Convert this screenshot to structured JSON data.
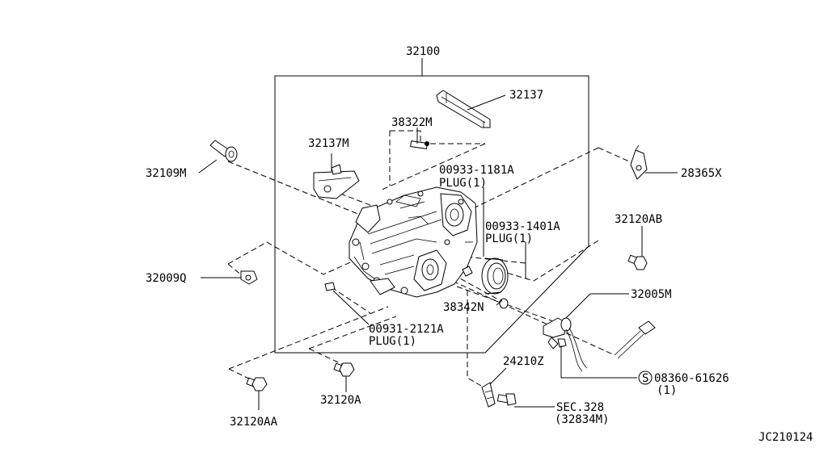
{
  "diagram": {
    "labels": {
      "p32100": "32100",
      "p32137": "32137",
      "p38322M": "38322M",
      "p32137M": "32137M",
      "p32109M": "32109M",
      "p00933_1181A": "00933-1181A",
      "plug1": "PLUG(1)",
      "p28365X": "28365X",
      "p00933_1401A": "00933-1401A",
      "plug2": "PLUG(1)",
      "p32120AB": "32120AB",
      "p32009Q": "32009Q",
      "p38342N": "38342N",
      "p32005M": "32005M",
      "p00931_2121A": "00931-2121A",
      "plug3": "PLUG(1)",
      "p24210Z": "24210Z",
      "p08360_61626": "08360-61626",
      "qty1": "(1)",
      "s_symbol": "S",
      "p32120A": "32120A",
      "p32120AA": "32120AA",
      "sec328": "SEC.328",
      "sec328_sub": "(32834M)",
      "footer_code": "JC210124"
    }
  }
}
